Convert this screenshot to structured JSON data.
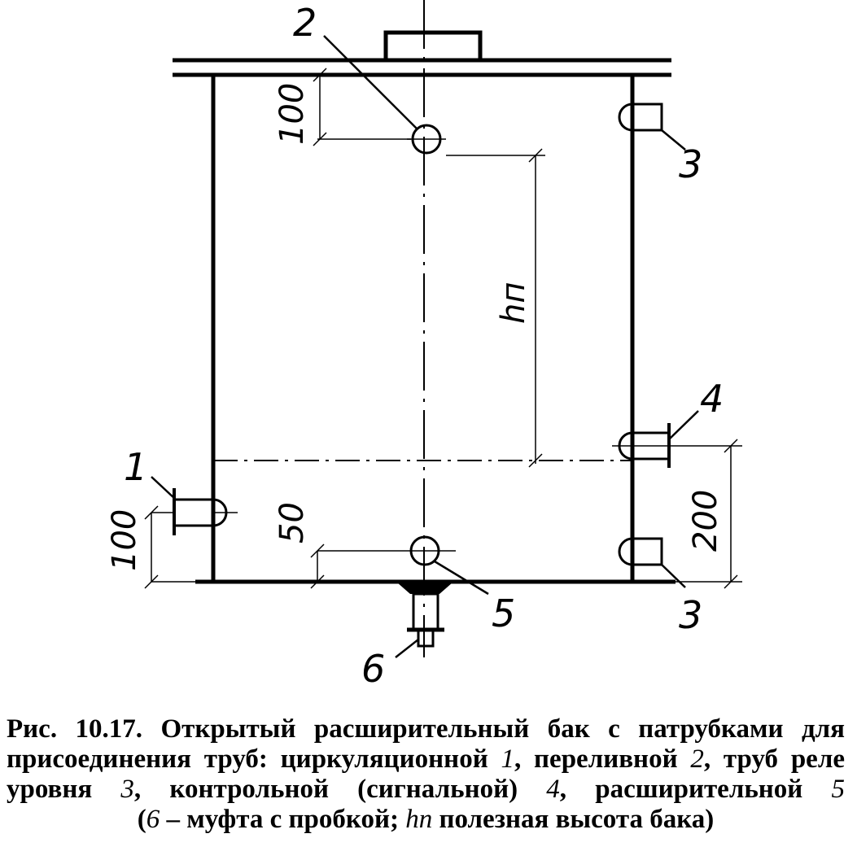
{
  "diagram": {
    "callouts": {
      "c1": "1",
      "c2": "2",
      "c3a": "3",
      "c3b": "3",
      "c4": "4",
      "c5": "5",
      "c6": "6"
    },
    "dimensions": {
      "d100_top": "100",
      "d100_left": "100",
      "d50": "50",
      "d200": "200",
      "h_label": "hп"
    }
  },
  "caption": {
    "line1": "Рис. 10.17. Открытый расширительный бак с патрубками для",
    "line2_a": "присоединения труб: циркуляционной ",
    "line2_n1": "1",
    "line2_b": ", переливной ",
    "line2_n2": "2",
    "line2_c": ", труб реле",
    "line3_a": "уровня ",
    "line3_n3": "3",
    "line3_b": ", контрольной (сигнальной) ",
    "line3_n4": "4",
    "line3_c": ", расширительной ",
    "line3_n5": "5",
    "line4_a": "(",
    "line4_n6": "6",
    "line4_b": " – муфта с пробкой; ",
    "line4_h": "hп",
    "line4_c": "  полезная высота бака)"
  }
}
